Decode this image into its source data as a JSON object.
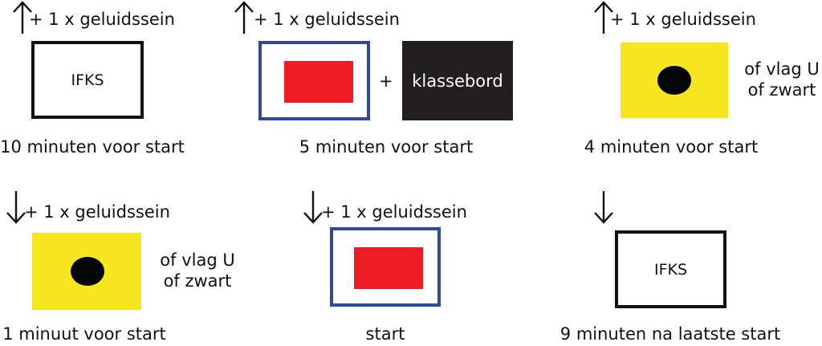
{
  "colors": {
    "blue_border": "#2e4a9e",
    "red": "#ee1c25",
    "yellow": "#f7e61d",
    "black": "#231f20"
  },
  "icons": {
    "up": "arrow-up-icon",
    "down": "arrow-down-icon"
  },
  "sound_signal": "+ 1 x geluidssein",
  "plus": "+",
  "steps": [
    {
      "caption": "10 minuten voor start",
      "arrow": "up",
      "signal": "+ 1 x geluidssein",
      "flag": "IFKS"
    },
    {
      "caption": "5 minuten voor start",
      "arrow": "up",
      "signal": "+ 1 x geluidssein",
      "extra": "klassebord"
    },
    {
      "caption": "4 minuten voor start",
      "arrow": "up",
      "signal": "+ 1 x geluidssein",
      "alt_line1": "of vlag U",
      "alt_line2": "of zwart"
    },
    {
      "caption": "1 minuut voor start",
      "arrow": "down",
      "signal": "+ 1 x geluidssein",
      "alt_line1": "of vlag U",
      "alt_line2": "of zwart"
    },
    {
      "caption": "start",
      "arrow": "down",
      "signal": "+ 1 x geluidssein"
    },
    {
      "caption": "9 minuten na laatste start",
      "arrow": "down",
      "flag": "IFKS"
    }
  ]
}
